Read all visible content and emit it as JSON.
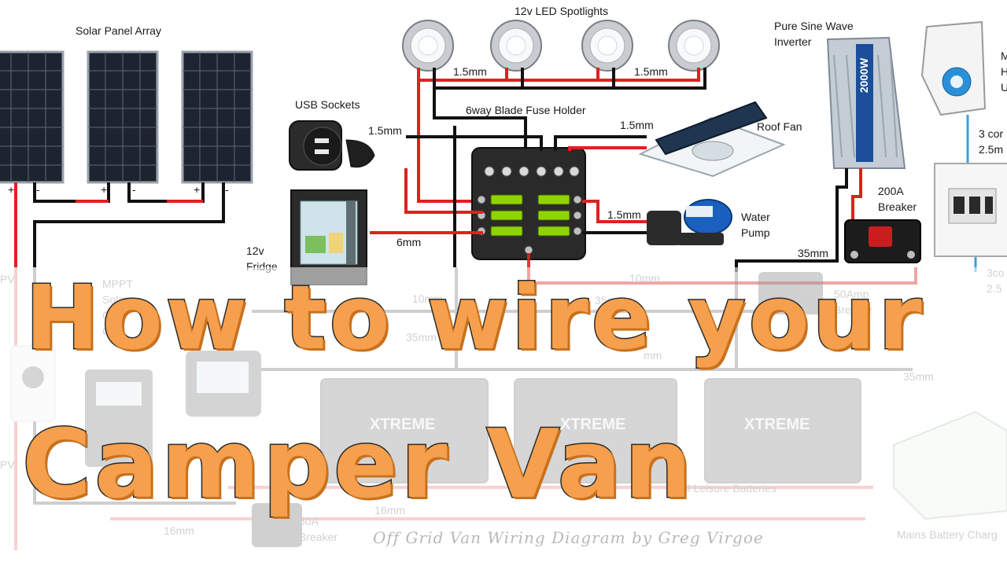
{
  "title": {
    "line1": "How to wire your",
    "line2": "Camper Van"
  },
  "credit": "Off Grid Van Wiring Diagram by Greg Virgoe",
  "labels": {
    "solar_panel_array": "Solar Panel Array",
    "led_spotlights": "12v LED Spotlights",
    "inverter_line1": "Pure Sine Wave",
    "inverter_line2": "Inverter",
    "inverter_brand": "2000W",
    "usb_sockets": "USB Sockets",
    "fuse_holder": "6way Blade Fuse Holder",
    "roof_fan": "Roof Fan",
    "water_pump_line1": "Water",
    "water_pump_line2": "Pump",
    "fridge_line1": "12v",
    "fridge_line2": "Fridge",
    "breaker_200_line1": "200A",
    "breaker_200_line2": "Breaker",
    "mains_line1": "M",
    "mains_line2": "H",
    "mains_line3": "U",
    "conn_3core_line1": "3 cor",
    "conn_3core_line2": "2.5m",
    "conn_3core_b_line1": "3co",
    "conn_3core_b_line2": "2.5",
    "mppt_line1": "MPPT",
    "mppt_line2": "Solar",
    "mppt_line3": "Ch",
    "mppt_line4": "Co",
    "breaker_50_line1": "50Amp",
    "breaker_50_line2": "Breaker",
    "leisure_batteries": "M Leisure Batteries",
    "battery_charger": "Mains Battery Charg",
    "breaker_50a_bottom": "50A",
    "breaker_bottom": "Breaker",
    "battery_brand": "XTREME",
    "panel_pv_1": "PV",
    "panel_pv_2": "PV"
  },
  "wire_sizes": {
    "spot_left": "1.5mm",
    "spot_right": "1.5mm",
    "usb": "1.5mm",
    "roof_fan": "1.5mm",
    "water_pump": "1.5mm",
    "fridge": "6mm",
    "inverter": "35mm",
    "fuse_feed": "10mm",
    "mid_10mm": "10mm",
    "mid_35mm_a": "35mm",
    "mid_35mm_b": "35mm",
    "mid_mm": "mm",
    "right_35mm": "35mm",
    "bottom_16mm_a": "16mm",
    "bottom_16mm_b": "16mm"
  },
  "polarity": {
    "plus": "+",
    "minus": "-"
  },
  "colors": {
    "title_fill": "#f6a04d",
    "title_outline": "#2b2b2b",
    "wire_positive": "#e02020",
    "wire_negative": "#111111",
    "wire_mains": "#3aa0e0",
    "fuse_green": "#8fd400"
  }
}
